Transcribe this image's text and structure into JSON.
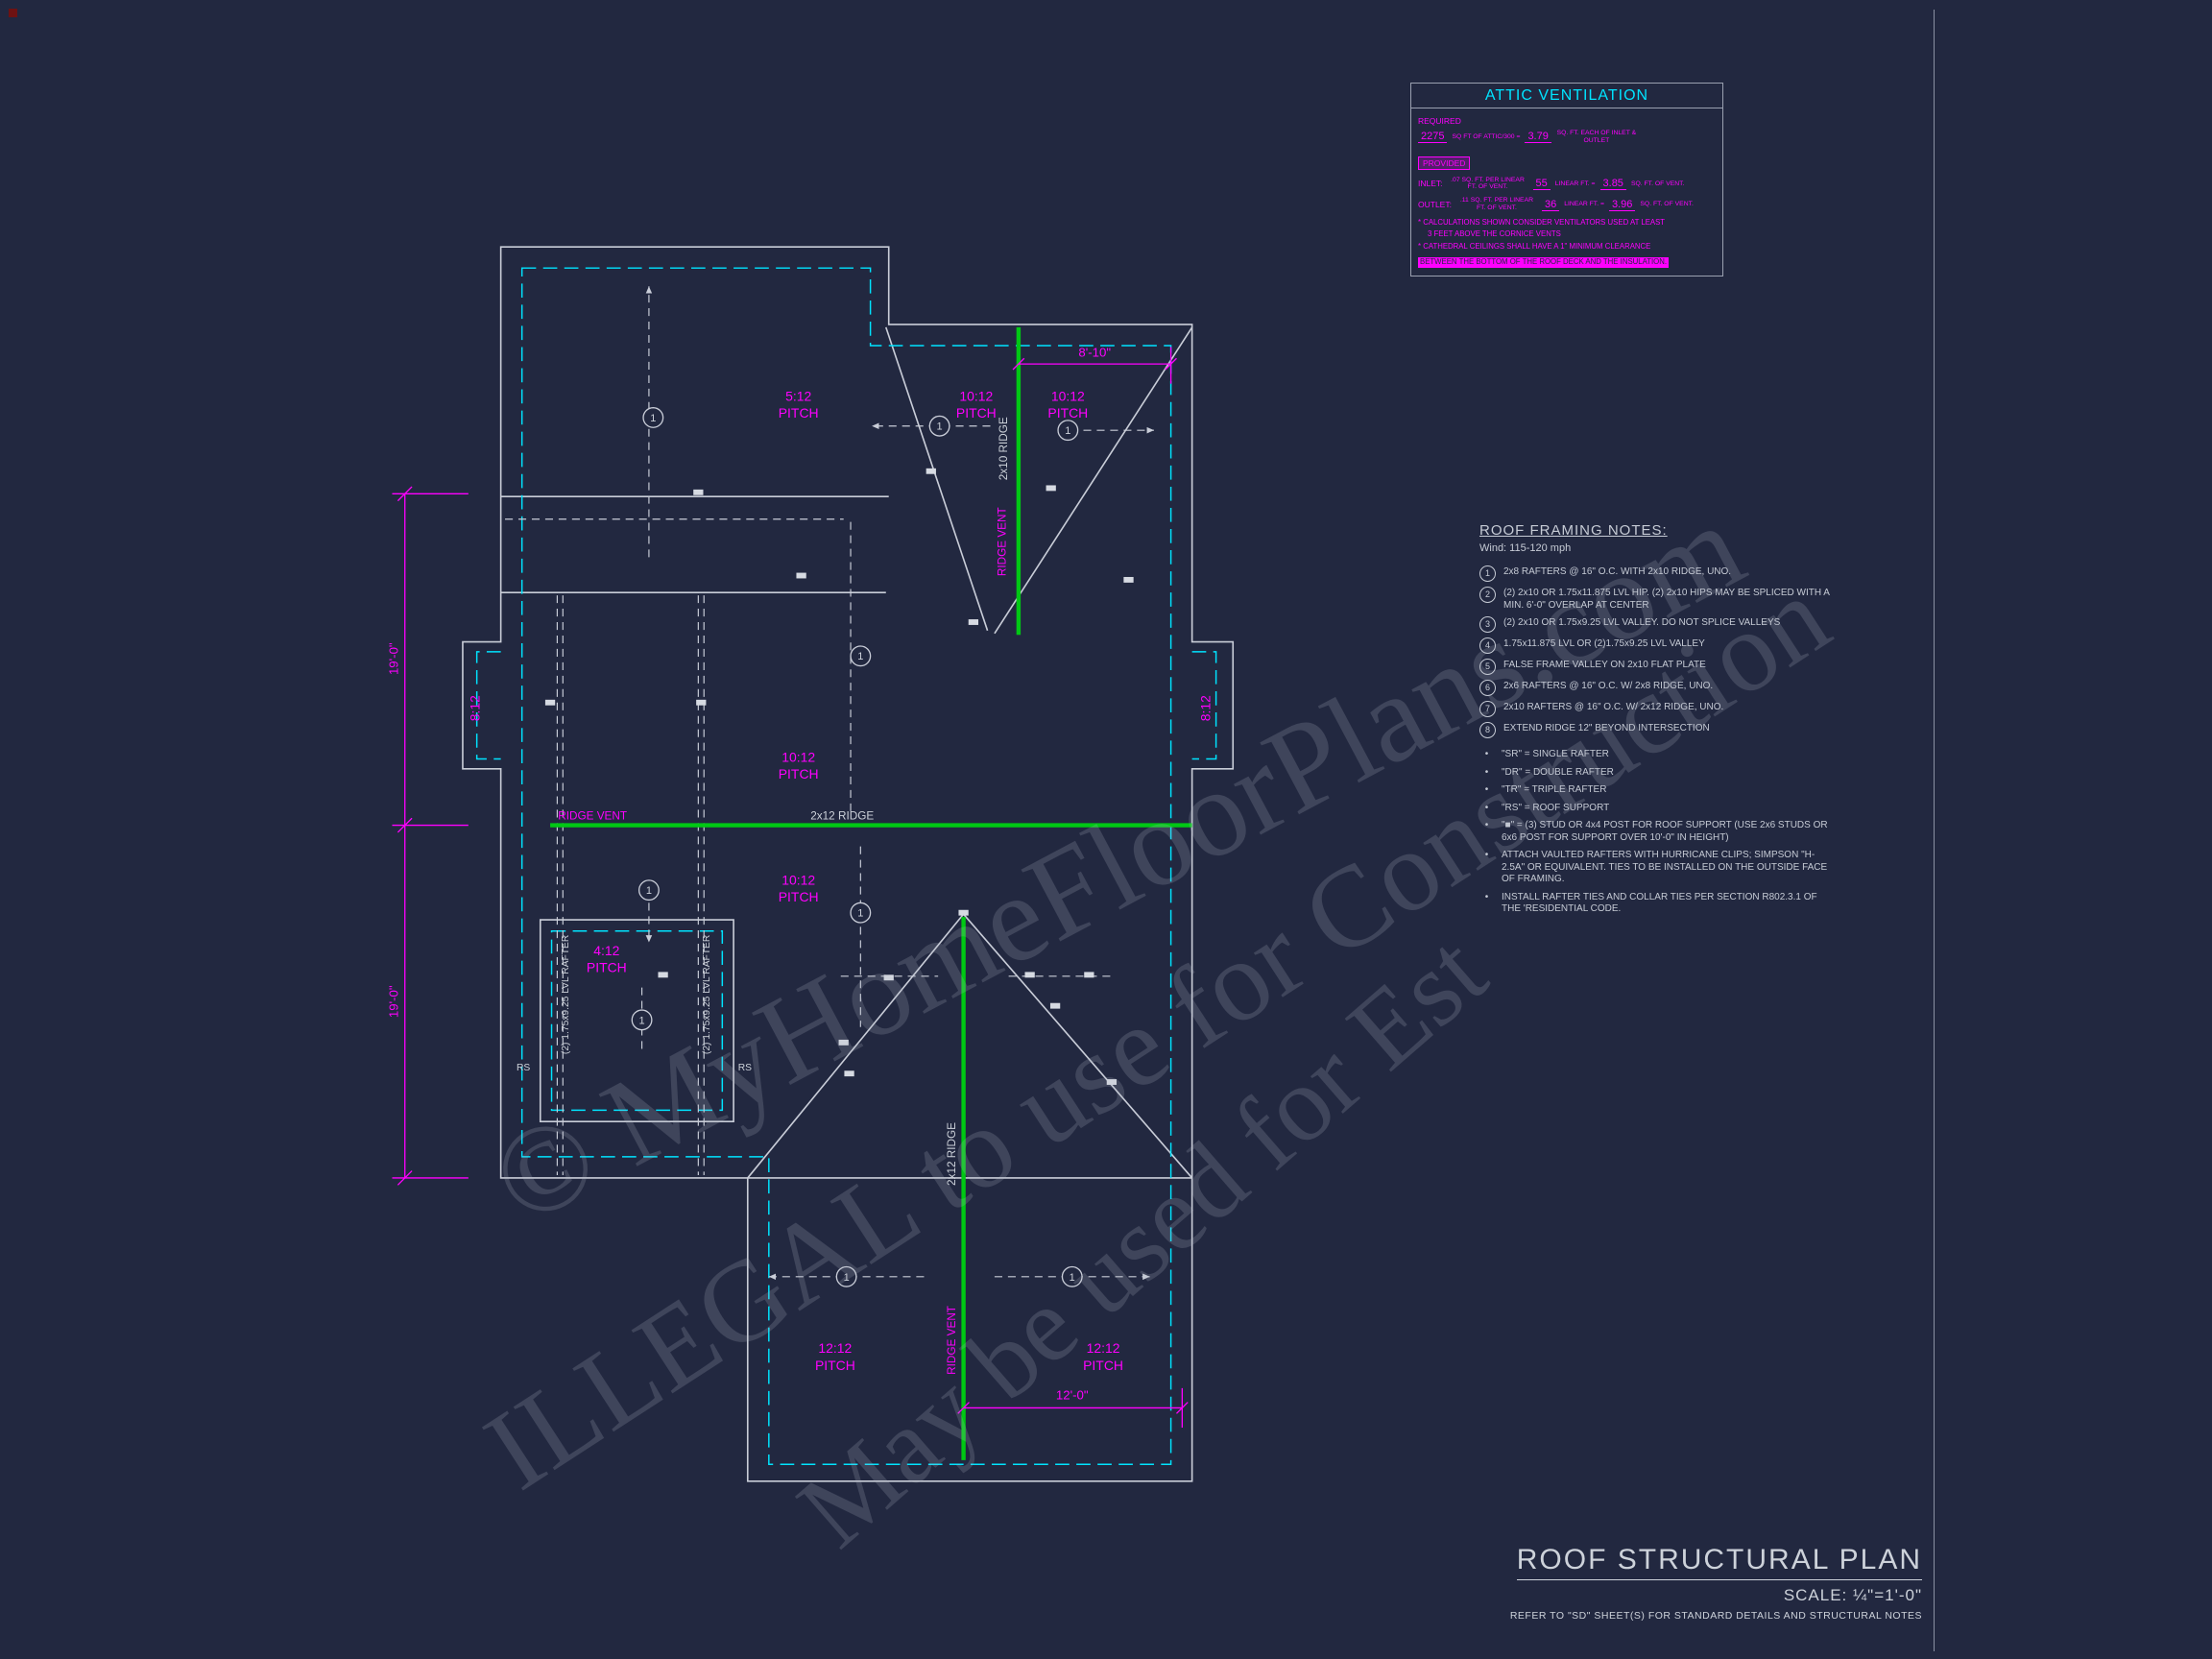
{
  "colors": {
    "background": "#222840",
    "line": "#c9cdd8",
    "magenta": "#ff00ff",
    "cyan": "#00e4ff",
    "green": "#00c814"
  },
  "titleblock": {
    "title": "ROOF STRUCTURAL PLAN",
    "scale": "SCALE: ¼\"=1'-0\"",
    "note": "REFER TO \"SD\" SHEET(S) FOR STANDARD DETAILS AND STRUCTURAL NOTES"
  },
  "watermark": {
    "line1": "© MyHomeFloorPlans.com",
    "line2": "ILLEGAL to use for Construction",
    "line3": "May be used for Est"
  },
  "attic": {
    "title": "ATTIC VENTILATION",
    "required_label": "REQUIRED",
    "required_value": "2275",
    "required_mid": "SQ FT OF ATTIC/300 =",
    "required_result": "3.79",
    "required_suffix": "SQ. FT. EACH OF INLET & OUTLET",
    "provided_label": "PROVIDED",
    "inlet_label": "INLET:",
    "inlet_rate": ".07 SQ. FT. PER LINEAR FT. OF VENT.",
    "inlet_value": "55",
    "inlet_unit": "LINEAR FT. =",
    "inlet_result": "3.85",
    "inlet_result_unit": "SQ. FT. OF VENT.",
    "outlet_label": "OUTLET:",
    "outlet_rate": ".11 SQ. FT. PER LINEAR FT. OF VENT.",
    "outlet_value": "36",
    "outlet_unit": "LINEAR FT. =",
    "outlet_result": "3.96",
    "outlet_result_unit": "SQ. FT. OF VENT.",
    "fn1a": "* CALCULATIONS SHOWN CONSIDER VENTILATORS USED AT LEAST",
    "fn1b": "3 FEET ABOVE THE CORNICE VENTS",
    "fn2a": "* CATHEDRAL CEILINGS SHALL HAVE A 1\" MINIMUM CLEARANCE",
    "fn2b": "BETWEEN THE BOTTOM OF THE ROOF DECK AND THE INSULATION."
  },
  "notes": {
    "title": "ROOF FRAMING NOTES:",
    "wind": "Wind: 115-120 mph",
    "bullet_char": "•",
    "numbered": [
      {
        "num": "1",
        "text": "2x8 RAFTERS @ 16\" O.C. WITH 2x10 RIDGE, UNO."
      },
      {
        "num": "2",
        "text": "(2) 2x10 OR 1.75x11.875 LVL HIP. (2) 2x10 HIPS MAY BE SPLICED WITH A MIN. 6'-0\" OVERLAP AT CENTER"
      },
      {
        "num": "3",
        "text": "(2) 2x10 OR 1.75x9.25 LVL VALLEY. DO NOT SPLICE VALLEYS"
      },
      {
        "num": "4",
        "text": "1.75x11.875 LVL OR (2)1.75x9.25 LVL VALLEY"
      },
      {
        "num": "5",
        "text": "FALSE FRAME VALLEY ON 2x10 FLAT PLATE"
      },
      {
        "num": "6",
        "text": "2x6 RAFTERS @ 16\" O.C. W/ 2x8 RIDGE, UNO."
      },
      {
        "num": "7",
        "text": "2x10 RAFTERS @ 16\" O.C. W/ 2x12 RIDGE, UNO."
      },
      {
        "num": "8",
        "text": "EXTEND RIDGE 12\" BEYOND INTERSECTION"
      }
    ],
    "bullets": [
      "\"SR\"  =  SINGLE RAFTER",
      "\"DR\"  =  DOUBLE RAFTER",
      "\"TR\"  =  TRIPLE RAFTER",
      "\"RS\"  =  ROOF SUPPORT",
      "\"■\" = (3) STUD OR 4x4 POST FOR ROOF SUPPORT (USE 2x6 STUDS OR 6x6 POST FOR SUPPORT OVER 10'-0\" IN HEIGHT)",
      "ATTACH VAULTED RAFTERS WITH HURRICANE CLIPS; SIMPSON \"H-2.5A\" OR EQUIVALENT. TIES TO BE INSTALLED ON THE OUTSIDE FACE OF FRAMING.",
      "INSTALL RAFTER TIES AND COLLAR TIES PER SECTION R802.3.1 OF THE 'RESIDENTIAL CODE."
    ]
  },
  "plan": {
    "marker_num": "1",
    "pitches": [
      {
        "ratio": "5:12",
        "word": "PITCH"
      },
      {
        "ratio": "10:12",
        "word": "PITCH"
      },
      {
        "ratio": "10:12",
        "word": "PITCH"
      },
      {
        "ratio": "10:12",
        "word": "PITCH"
      },
      {
        "ratio": "10:12",
        "word": "PITCH"
      },
      {
        "ratio": "4:12",
        "word": "PITCH"
      },
      {
        "ratio": "12:12",
        "word": "PITCH"
      },
      {
        "ratio": "12:12",
        "word": "PITCH"
      }
    ],
    "pitch_left": "8:12",
    "pitch_right": "8:12",
    "dim_19a": "19'-0\"",
    "dim_19b": "19'-0\"",
    "dim_8_10": "8'-10\"",
    "dim_12_0": "12'-0\"",
    "ridge_2x10": "2x10 RIDGE",
    "ridge_2x12": "2x12 RIDGE",
    "ridge_vent": "RIDGE VENT",
    "lvl_rafter": "(2) 1.75x9.25 LVL RAFTER",
    "rs": "RS"
  }
}
